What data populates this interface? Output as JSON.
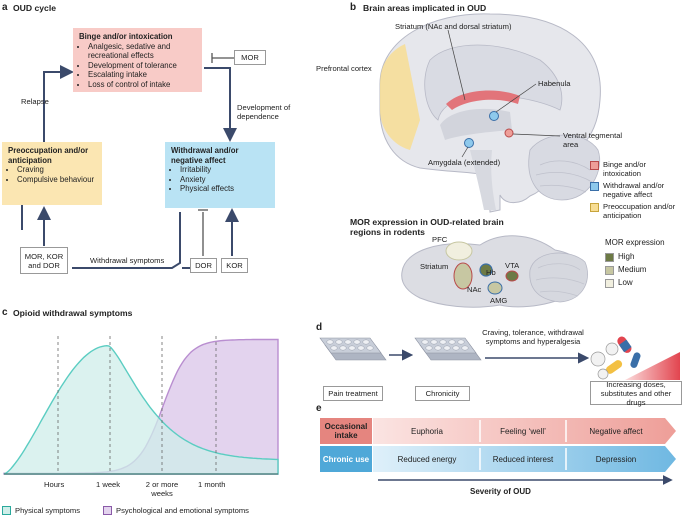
{
  "panel_a": {
    "letter": "a",
    "title": "OUD cycle",
    "binge": {
      "title": "Binge and/or intoxication",
      "items": [
        "Analgesic, sedative and recreational effects",
        "Development of tolerance",
        "Escalating intake",
        "Loss of control of intake"
      ]
    },
    "mor_box": "MOR",
    "withdrawal": {
      "title": "Withdrawal and/or negative affect",
      "items": [
        "Irritability",
        "Anxiety",
        "Physical effects"
      ]
    },
    "preocc": {
      "title": "Preoccupation and/or anticipation",
      "items": [
        "Craving",
        "Compulsive behaviour"
      ]
    },
    "relapse": "Relapse",
    "dependence": "Development of dependence",
    "receptors_box": "MOR, KOR and DOR",
    "withdrawal_symptoms": "Withdrawal symptoms",
    "dor_box": "DOR",
    "kor_box": "KOR"
  },
  "panel_b": {
    "letter": "b",
    "title": "Brain areas implicated in OUD",
    "striatum": "Striatum (NAc and dorsal striatum)",
    "prefrontal": "Prefrontal cortex",
    "habenula": "Habenula",
    "vta": "Ventral tegmental area",
    "amygdala": "Amygdala (extended)",
    "legend": [
      "Binge and/or intoxication",
      "Withdrawal and/or negative affect",
      "Preoccupation and/or anticipation"
    ],
    "legend_colors": [
      "#ee9e98",
      "#8ec9ec",
      "#f7dd94"
    ],
    "mor_title": "MOR expression in OUD-related brain regions in rodents",
    "rodent_labels": {
      "pfc": "PFC",
      "striatum": "Striatum",
      "hb": "Hb",
      "vta": "VTA",
      "nac": "NAc",
      "amg": "AMG"
    },
    "mor_legend_title": "MOR expression",
    "mor_legend": [
      "High",
      "Medium",
      "Low"
    ],
    "mor_legend_colors": [
      "#6d7a45",
      "#c7c7a2",
      "#f1efdf"
    ]
  },
  "panel_c": {
    "letter": "c",
    "title": "Opioid withdrawal symptoms",
    "ticks": [
      "Hours",
      "1 week",
      "2 or more weeks",
      "1 month"
    ],
    "legend": [
      "Physical symptoms",
      "Psychological and emotional symptoms"
    ],
    "colors": [
      "#5bcdc2",
      "#b98ed0"
    ]
  },
  "panel_d": {
    "letter": "d",
    "pain": "Pain treatment",
    "chronicity": "Chronicity",
    "arrow_text": "Craving, tolerance, withdrawal symptoms and hyperalgesia",
    "doses": "Increasing doses, substitutes and other drugs"
  },
  "panel_e": {
    "letter": "e",
    "row1_label": "Occasional intake",
    "row1": [
      "Euphoria",
      "Feeling ‘well’",
      "Negative affect"
    ],
    "row2_label": "Chronic use",
    "row2": [
      "Reduced energy",
      "Reduced interest",
      "Depression"
    ],
    "axis": "Severity of OUD"
  }
}
